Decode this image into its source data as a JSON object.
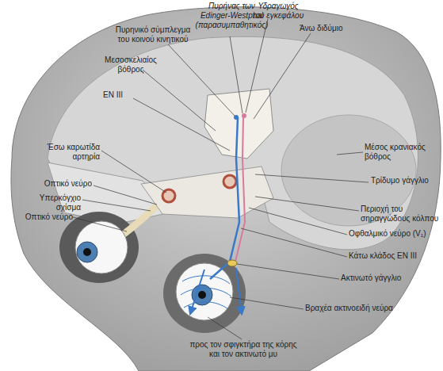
{
  "diagram": {
    "labels": [
      "Πυρήνας των Edinger-Westphal (παρασυμπαθητικός)",
      "Υδραγωγός του εγκεφάλου",
      "Πυρηνικό σύμπλεγμα του κοινού κινητικού",
      "Άνω διδύμιο",
      "Μεσοσκελιαίος βόθρος",
      "ΕΝ III",
      "Έσω καρωτίδα αρτηρία",
      "Οπτικό νεύρο",
      "Υπερκόγχιο σχίσμα",
      "Οπτικό νεύρο",
      "Μέσος κρανιακός βόθρος",
      "Τρίδυμο γάγγλιο",
      "Περιοχή του σηραγγώδους κόλπου",
      "Οφθαλμικό νεύρο (V₁)",
      "Κάτω κλάδος ΕΝ III",
      "Ακτινωτό γάγγλιο",
      "Βραχέα ακτινοειδή νεύρα",
      "προς τον σφιγκτήρα της κόρης και τον ακτινωτό μυ"
    ]
  }
}
